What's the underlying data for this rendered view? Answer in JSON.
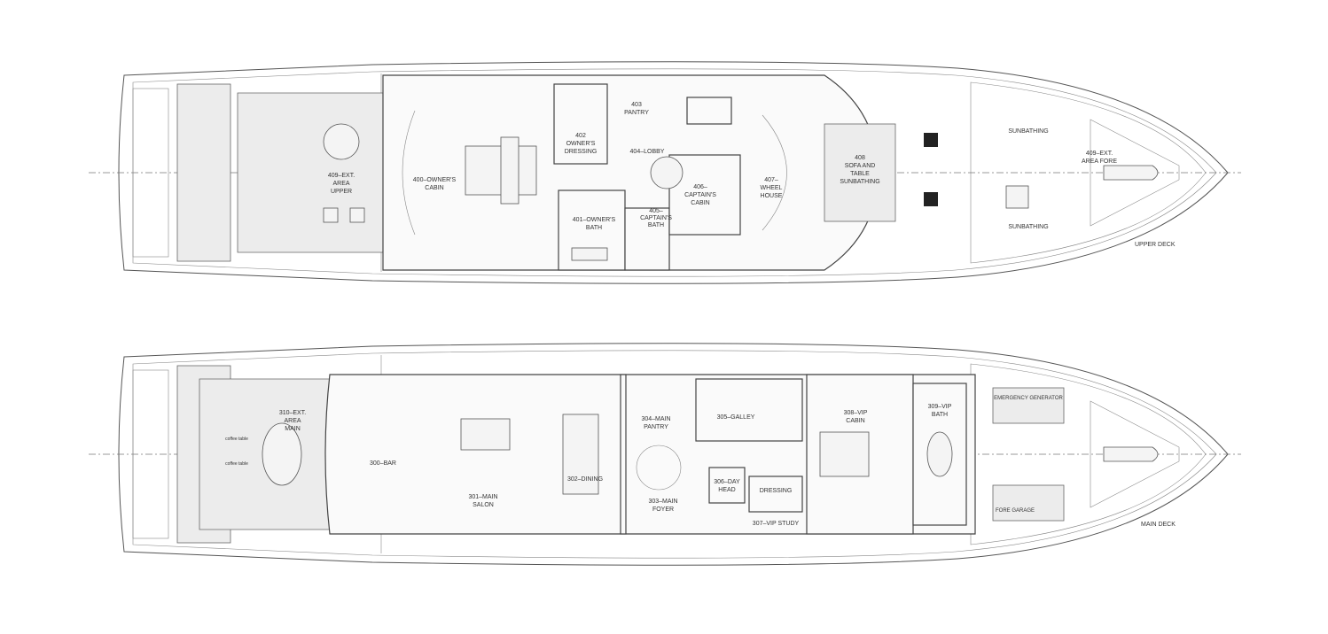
{
  "upper_deck": {
    "title": "UPPER DECK",
    "rooms": {
      "ext_aft": [
        "409–EXT.",
        "AREA",
        "UPPER"
      ],
      "owners_cabin": [
        "400–OWNER'S",
        "CABIN"
      ],
      "owners_dressing": [
        "402",
        "OWNER'S",
        "DRESSING"
      ],
      "pantry": [
        "403",
        "PANTRY"
      ],
      "lobby": "404–LOBBY",
      "owners_bath": [
        "401–OWNER'S",
        "BATH"
      ],
      "captains_bath": [
        "405–",
        "CAPTAIN'S",
        "BATH"
      ],
      "captains_cabin": [
        "406–",
        "CAPTAIN'S",
        "CABIN"
      ],
      "wheel_house": [
        "407–",
        "WHEEL",
        "HOUSE"
      ],
      "sofa_sunbathing": [
        "408",
        "SOFA AND",
        "TABLE",
        "SUNBATHING"
      ],
      "sunbathing_port": "SUNBATHING",
      "sunbathing_stbd": "SUNBATHING",
      "ext_fore": [
        "409–EXT.",
        "AREA FORE"
      ]
    }
  },
  "main_deck": {
    "title": "MAIN DECK",
    "rooms": {
      "ext_aft": [
        "310–EXT.",
        "AREA",
        "MAIN"
      ],
      "coffee_table_1": "coffee table",
      "coffee_table_2": "coffee table",
      "bar": "300–BAR",
      "main_salon": [
        "301–MAIN",
        "SALON"
      ],
      "dining": "302–DINING",
      "main_foyer": [
        "303–MAIN",
        "FOYER"
      ],
      "main_pantry": [
        "304–MAIN",
        "PANTRY"
      ],
      "galley": "305–GALLEY",
      "day_head": [
        "306–DAY",
        "HEAD"
      ],
      "dressing": "DRESSING",
      "vip_study": "307–VIP STUDY",
      "vip_cabin": [
        "308–VIP",
        "CABIN"
      ],
      "vip_bath": [
        "309–VIP",
        "BATH"
      ],
      "emergency_generator": "EMERGENCY GENERATOR",
      "fore_garage": "FORE GARAGE"
    }
  }
}
